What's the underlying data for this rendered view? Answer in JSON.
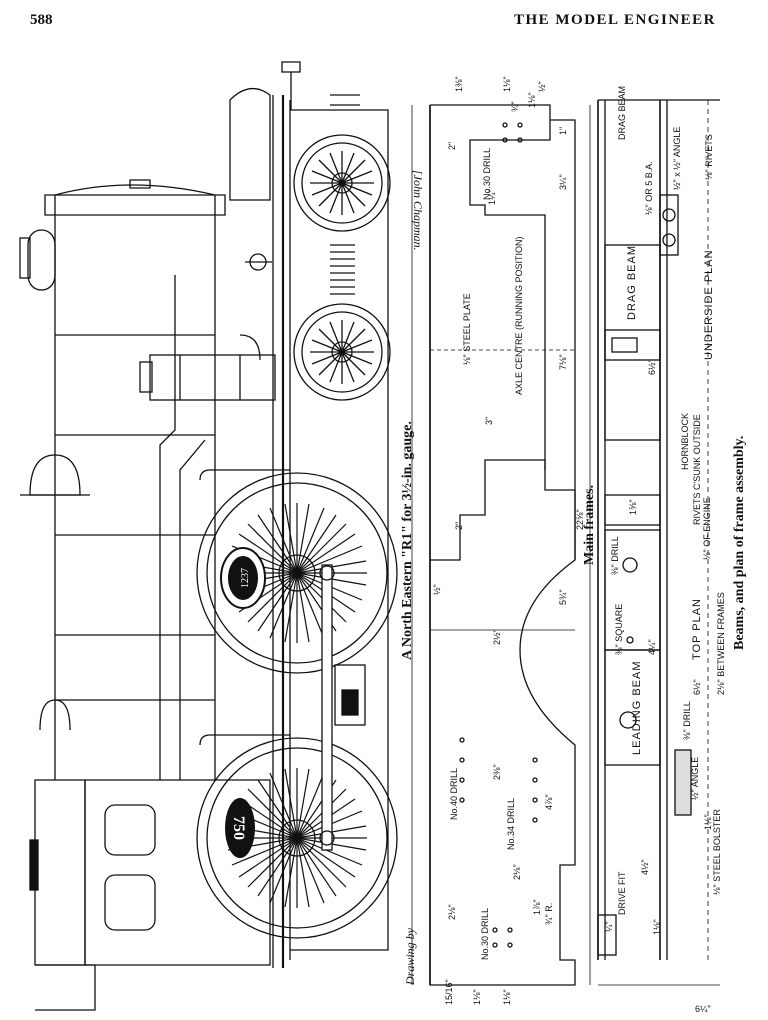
{
  "header": {
    "page_number": "588",
    "running_head": "THE MODEL ENGINEER"
  },
  "captions": {
    "locomotive": "A North Eastern \"R1\" for 3½-in. gauge.",
    "main_frames": "Main frames.",
    "beams": "Beams, and plan of frame assembly."
  },
  "credits": {
    "drawing_by": "Drawing by",
    "author": "[John Chapman."
  },
  "number_plate": "1237",
  "numberplate_smokebox": "750",
  "frames": {
    "dimensions": [
      "1⅜\"",
      "1⅛\"",
      "½\"",
      "1⅛\"",
      "¾\"",
      "1\"",
      "2\"",
      "3¼\"",
      "1¼\"",
      "7⅛\"",
      "22⅝\"",
      "3\"",
      "2\"",
      "5¾\"",
      "2½\"",
      "½\"",
      "2⅜\"",
      "4⅞\"",
      "2⅛\"",
      "2⅛\"",
      "1⅞\"",
      "1⅛\"",
      "1⅛\"",
      "15/16\""
    ],
    "labels": [
      "No.30 DRILL",
      "⅛\" STEEL PLATE",
      "AXLE CENTRE (RUNNING POSITION)",
      "No.40 DRILL",
      "No.34 DRILL",
      "No.30 DRILL",
      "¾\" R."
    ]
  },
  "beams": {
    "labels": [
      "DRAG BEAM",
      "⅛\" OR 5 B.A.",
      "½\" x ½\" ANGLE",
      "⅛\" RIVETS",
      "DRAG BEAM",
      "UNDERSIDE PLAN",
      "HORNBLOCK",
      "RIVETS C'SUNK OUTSIDE",
      "⅛\" OF ENGINE",
      "⅜\" DRILL",
      "⅜\" SQUARE",
      "TOP PLAN",
      "2⅛\" BETWEEN FRAMES",
      "LEADING BEAM",
      "⅜\" DRILL",
      "½\" ANGLE",
      "DRIVE FIT",
      "⅛\" STEEL BOLSTER"
    ],
    "dimensions": [
      "6½\"",
      "1⅝\"",
      "4¼\"",
      "6½\"",
      "4½\"",
      "1⅛\"",
      "1⅛\"",
      "6¼\"",
      "¼\""
    ]
  }
}
